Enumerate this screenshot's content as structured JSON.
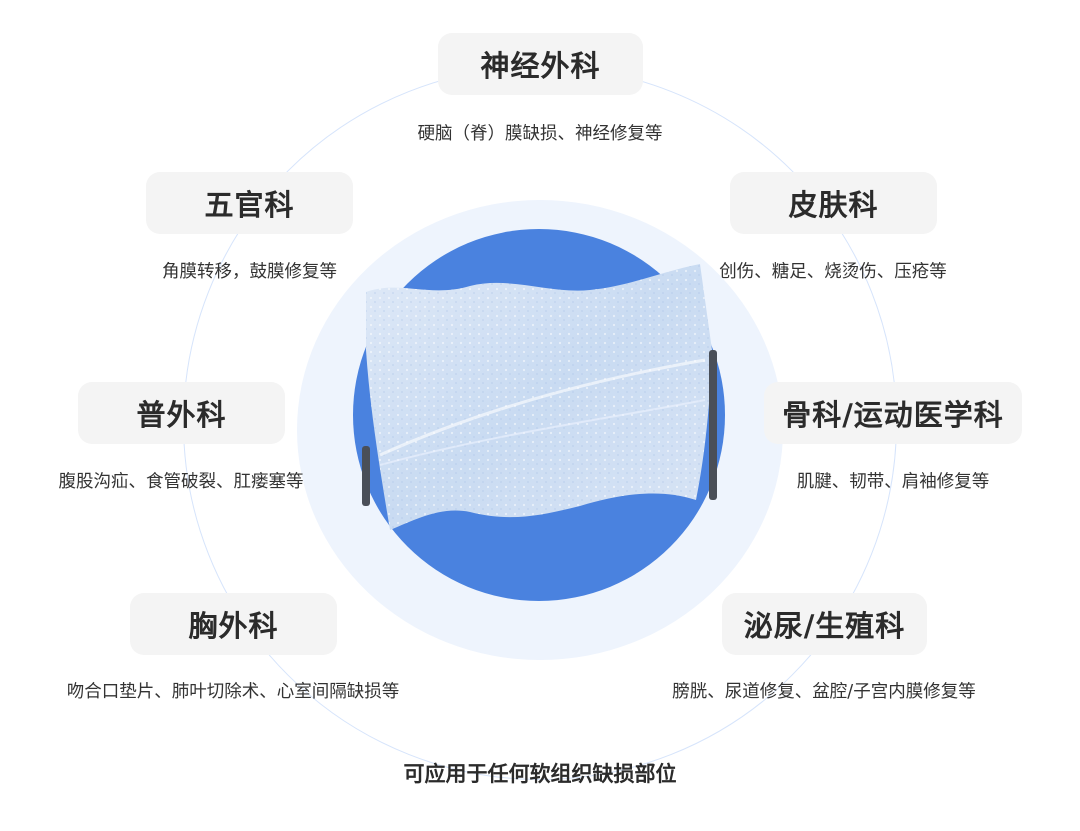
{
  "categories": [
    {
      "title": "神经外科",
      "desc": "硬脑（脊）膜缺损、神经修复等"
    },
    {
      "title": "五官科",
      "desc": "角膜转移，鼓膜修复等"
    },
    {
      "title": "皮肤科",
      "desc": "创伤、糖足、烧烫伤、压疮等"
    },
    {
      "title": "普外科",
      "desc": "腹股沟疝、食管破裂、肛瘘塞等"
    },
    {
      "title": "骨科/运动医学科",
      "desc": "肌腱、韧带、肩袖修复等"
    },
    {
      "title": "胸外科",
      "desc": "吻合口垫片、肺叶切除术、心室间隔缺损等"
    },
    {
      "title": "泌尿/生殖科",
      "desc": "膀胱、尿道修复、盆腔/子宫内膜修复等"
    }
  ],
  "footer": "可应用于任何软组织缺损部位",
  "colors": {
    "disc": "#4a82df",
    "halo": "#eef4fd",
    "ring": "#d6e4fb",
    "pill": "#f4f4f4"
  },
  "image": "membrane-mesh-held-by-forceps"
}
